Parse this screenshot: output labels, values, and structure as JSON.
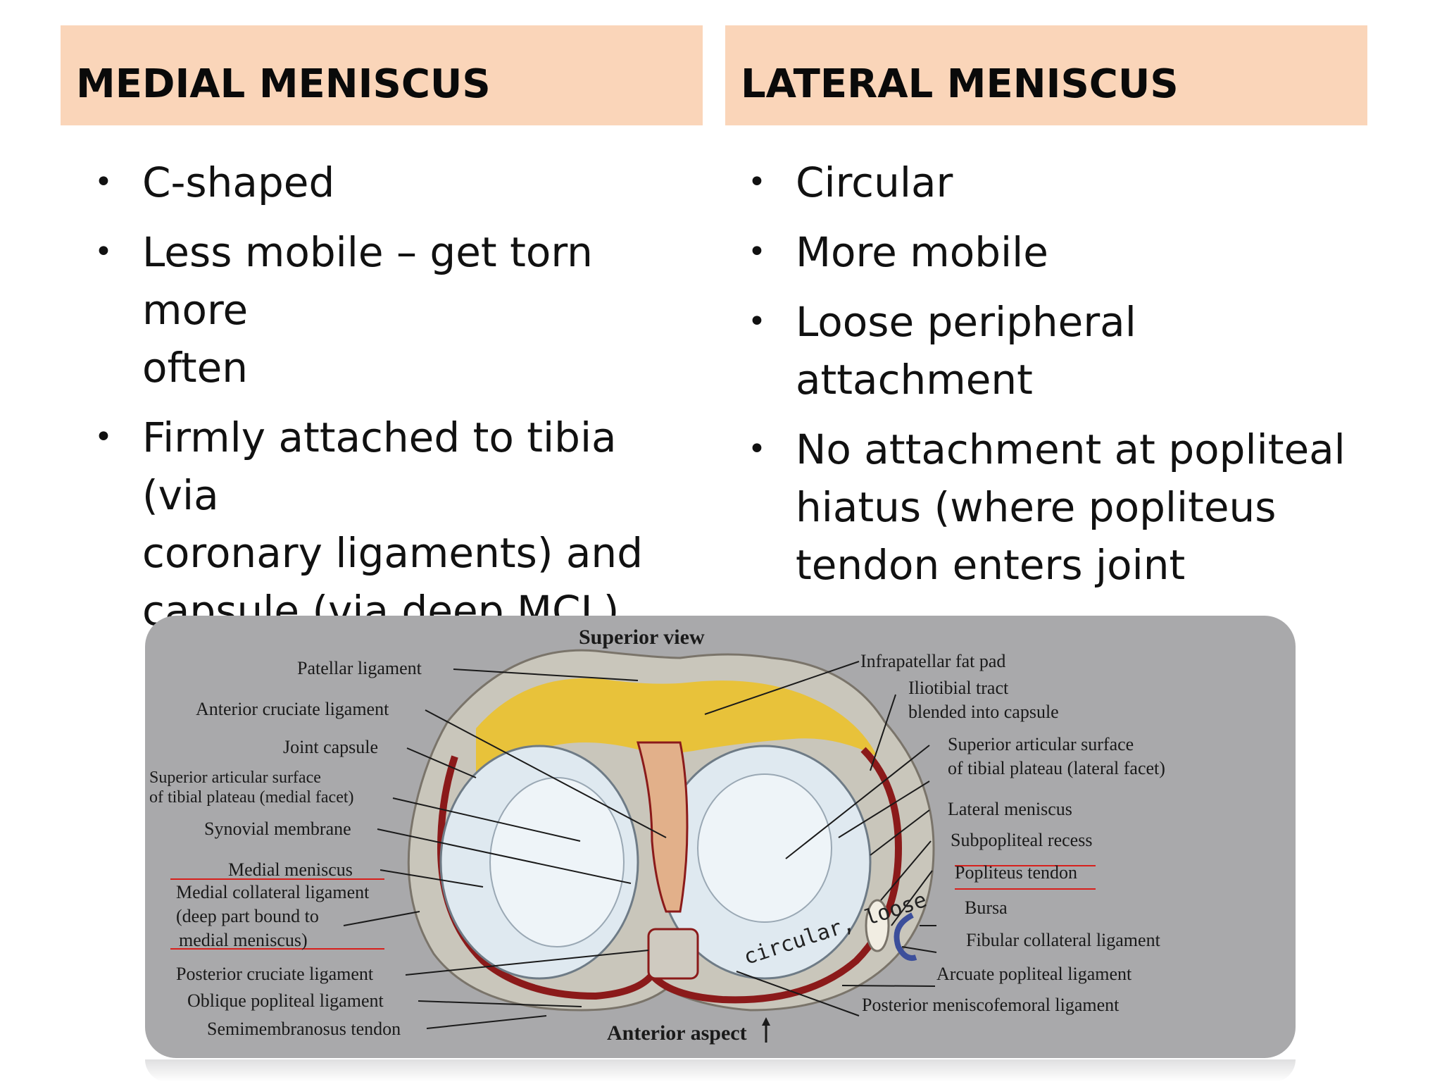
{
  "left": {
    "header": "MEDIAL MENISCUS",
    "bullets": [
      {
        "lines": [
          "C-shaped"
        ]
      },
      {
        "lines": [
          "Less mobile – get torn more",
          "often"
        ]
      },
      {
        "lines": [
          "Firmly attached to tibia (via",
          "coronary ligaments) and",
          "capsule (via deep MCL)"
        ]
      }
    ]
  },
  "right": {
    "header": "LATERAL MENISCUS",
    "bullets": [
      {
        "lines": [
          "Circular"
        ]
      },
      {
        "lines": [
          "More mobile"
        ]
      },
      {
        "lines": [
          "Loose peripheral",
          "attachment"
        ]
      },
      {
        "lines": [
          "No attachment at popliteal",
          "hiatus (where popliteus",
          "tendon enters joint"
        ]
      }
    ]
  },
  "figure": {
    "title": "Superior view",
    "bottom_label": "Anterior aspect",
    "handwritten": "circular, loose",
    "left_labels": [
      "Patellar ligament",
      "Anterior cruciate ligament",
      "Joint capsule",
      "Superior articular surface",
      "of tibial plateau (medial facet)",
      "Synovial membrane",
      "Medial meniscus",
      "Medial collateral ligament",
      "(deep part bound to",
      "medial meniscus)",
      "Posterior cruciate ligament",
      "Oblique popliteal ligament",
      "Semimembranosus tendon"
    ],
    "right_labels": [
      "Infrapatellar fat pad",
      "Iliotibial tract",
      "blended into capsule",
      "Superior articular surface",
      "of tibial plateau (lateral facet)",
      "Lateral meniscus",
      "Subpopliteal recess",
      "Popliteus tendon",
      "Bursa",
      "Fibular collateral ligament",
      "Arcuate popliteal ligament",
      "Posterior meniscofemoral ligament"
    ],
    "colors": {
      "background": "#a9a9ab",
      "fat_pad": "#e8c23a",
      "meniscus": "#dfe9f0",
      "capsule": "#8b1a1a",
      "annotation": "#d8201c"
    }
  }
}
